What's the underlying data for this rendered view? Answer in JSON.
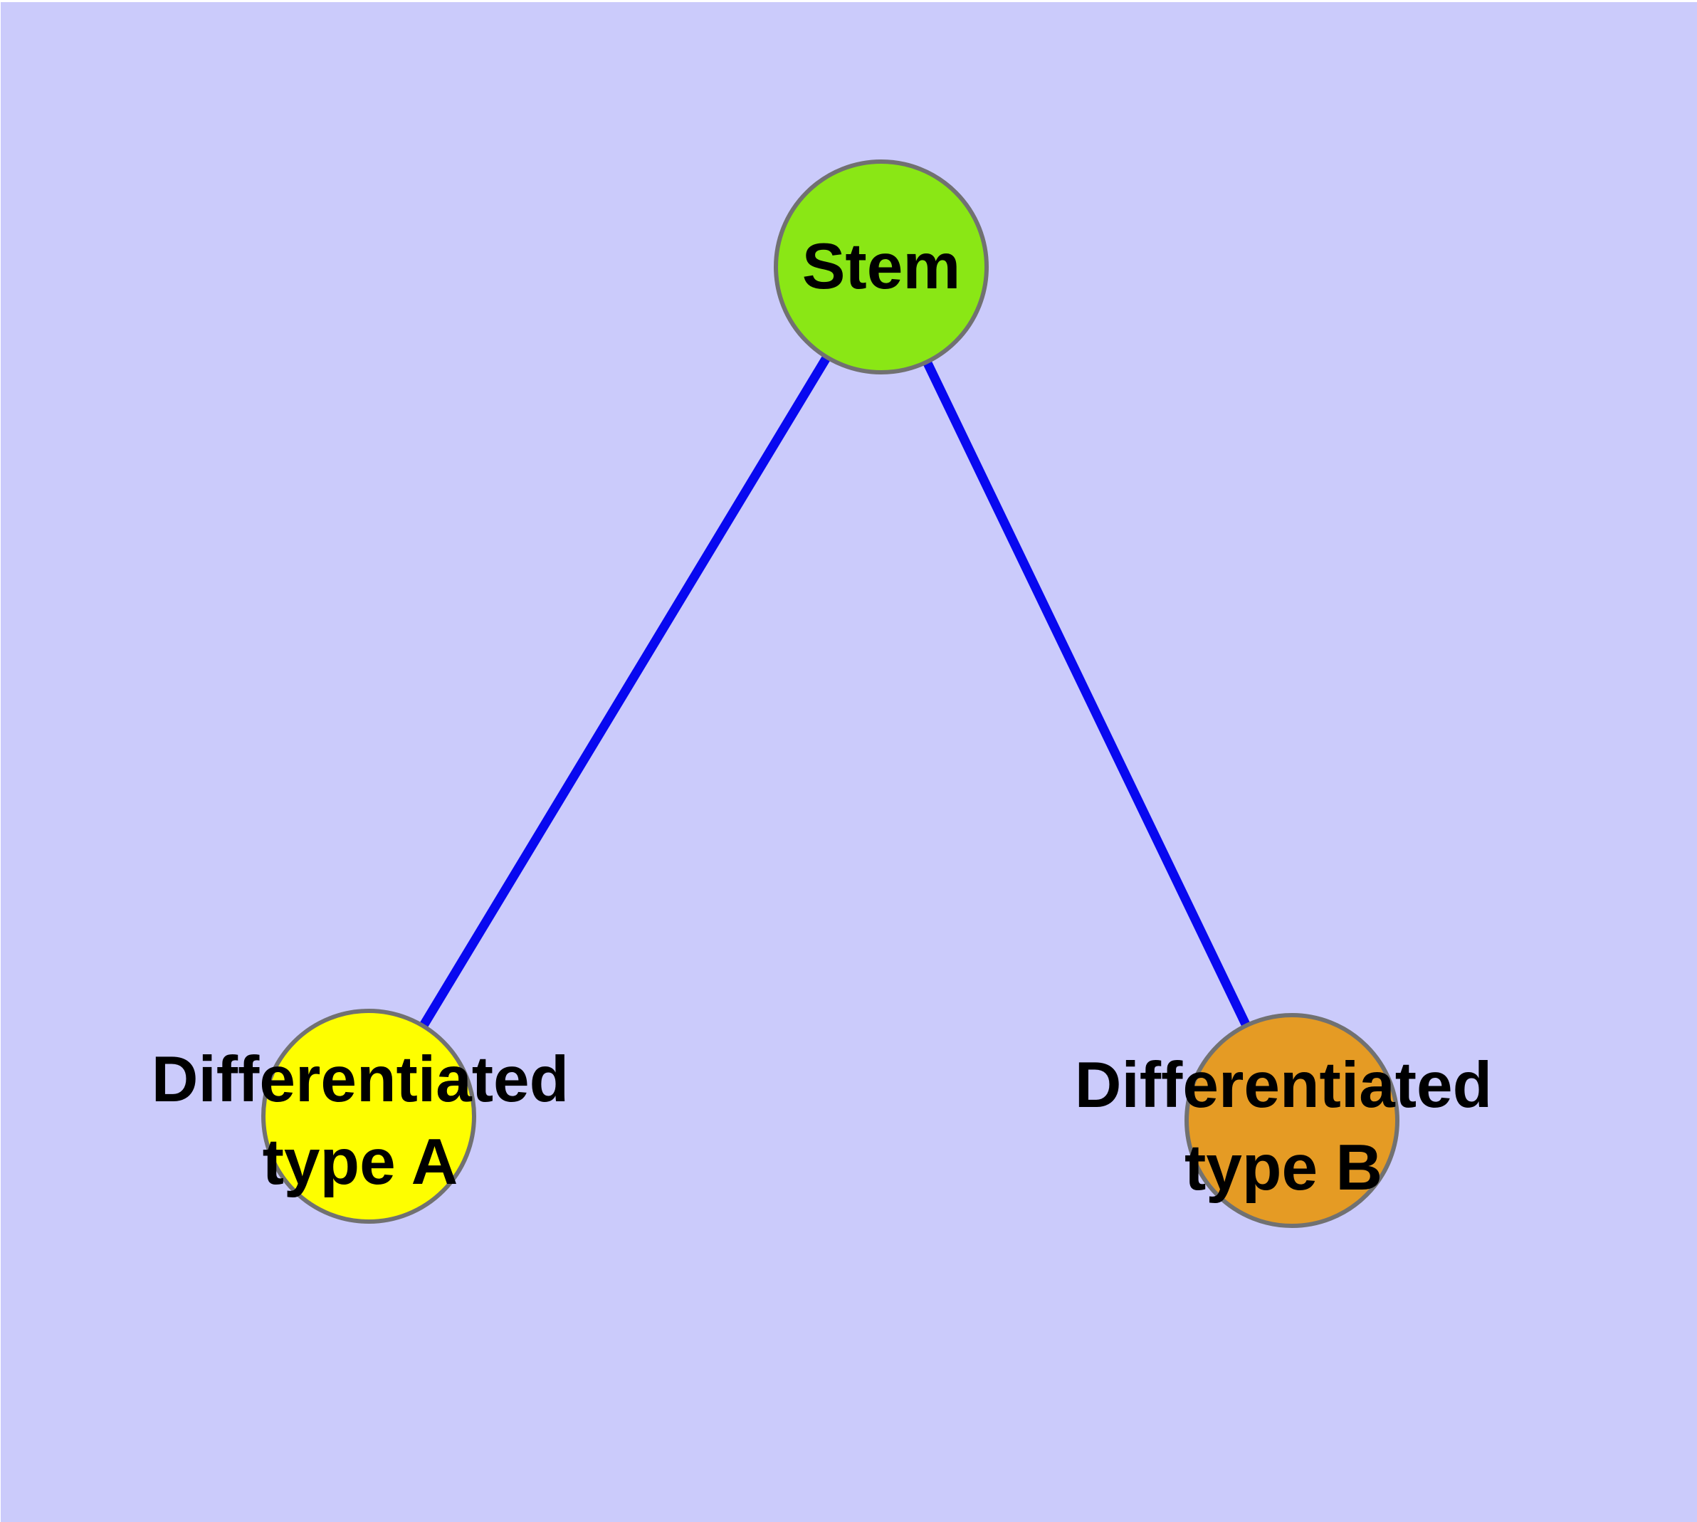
{
  "colors": {
    "background": "#CBCBFB",
    "edge": "#0808F0",
    "node_border": "#717171",
    "stem_fill": "#8AE715",
    "type_a_fill": "#FEFE00",
    "type_b_fill": "#E59B24",
    "label_text": "#000000"
  },
  "nodes": {
    "stem": {
      "label": "Stem"
    },
    "type_a": {
      "line1": "Differentiated",
      "line2": "type A"
    },
    "type_b": {
      "line1": "Differentiated",
      "line2": "type B"
    }
  },
  "edges": [
    {
      "from": "Stem",
      "to": "Differentiated type A"
    },
    {
      "from": "Stem",
      "to": "Differentiated type B"
    }
  ]
}
